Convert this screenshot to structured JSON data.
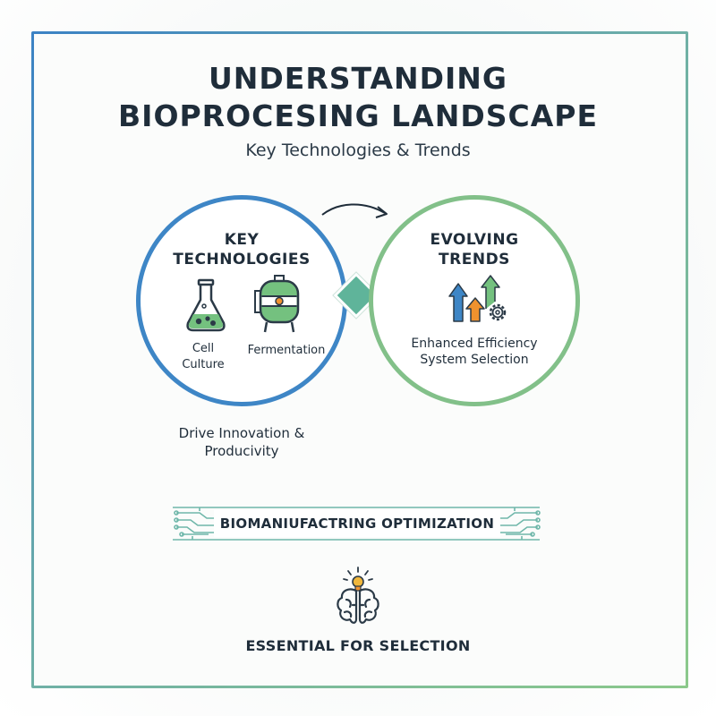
{
  "title": {
    "line1": "UNDERSTANDING",
    "line2": "BIOPROCESING LANDSCAPE"
  },
  "subtitle": "Key Technologies & Trends",
  "left_circle": {
    "title_line1": "KEY",
    "title_line2": "TECHNOLOGIES",
    "item1_line1": "Cell",
    "item1_line2": "Culture",
    "item2": "Fermentation",
    "icon1": "flask-icon",
    "icon2": "fermenter-tank-icon",
    "color": "#3e86c6"
  },
  "right_circle": {
    "title_line1": "EVOLVING",
    "title_line2": "TRENDS",
    "line1": "Enhanced Efficiency",
    "line2": "System Selection",
    "icon": "trend-arrows-gear-icon",
    "color": "#82c089"
  },
  "left_tagline": {
    "line1": "Drive Innovation &",
    "line2": "Producivity"
  },
  "banner": "BIOMANIUFACTRING OPTIMIZATION",
  "footer": "ESSENTIAL FOR SELECTION",
  "footer_icon": "brain-lightbulb-icon",
  "accent_colors": {
    "blue": "#3e86c6",
    "green": "#82c089",
    "teal": "#5fb49a",
    "orange": "#f0922e"
  }
}
